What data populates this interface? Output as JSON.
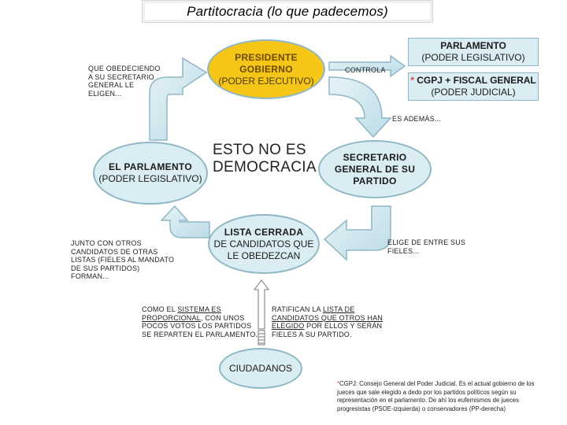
{
  "title": "Partitocracia (lo que padecemos)",
  "center": {
    "line1": "ESTO NO ES",
    "line2": "DEMOCRACIA"
  },
  "nodes": {
    "presidente": {
      "line1": "PRESIDENTE",
      "line2": "GOBIERNO",
      "line3": "(PODER EJECUTIVO)"
    },
    "secretario": {
      "line1": "SECRETARIO",
      "line2": "GENERAL DE SU",
      "line3": "PARTIDO"
    },
    "lista": {
      "line1": "LISTA CERRADA",
      "line2": "DE CANDIDATOS QUE",
      "line3": "LE OBEDEZCAN"
    },
    "parlamento_el": {
      "line1": "EL PARLAMENTO",
      "line2": "(PODER LEGISLATIVO)"
    },
    "ciudadanos": {
      "line1": "CIUDADANOS"
    },
    "parlamento_box": {
      "line1": "PARLAMENTO",
      "line2": "(PODER LEGISLATIVO)"
    },
    "cgpj_box": {
      "star": "*",
      "line1": "CGPJ + FISCAL GENERAL",
      "line2": "(PODER JUDICIAL)"
    }
  },
  "labels": {
    "controla": "CONTROLA",
    "es_ademas": "ES ADEMÁS...",
    "obedeciendo": [
      "QUE OBEDECIENDO",
      "A SU SECRETARIO",
      "GENERAL LE",
      "ELIGEN..."
    ],
    "elige": [
      "ELIGE DE ENTRE SUS",
      "FIELES..."
    ],
    "junto": [
      "JUNTO CON OTROS",
      "CANDIDATOS DE OTRAS",
      "LISTAS (FIELES AL MANDATO",
      "DE SUS PARTIDOS)",
      "FORMAN..."
    ],
    "como": {
      "pre": "COMO EL ",
      "u1": "SISTEMA ES",
      "u2": "PROPORCIONAL",
      "post": ", CON UNOS",
      "line3": "POCOS VOTOS LOS PARTIDOS",
      "line4": "SE REPARTEN EL PARLAMENTO."
    },
    "ratifican": {
      "pre": "RATIFICAN LA ",
      "u1": "LISTA DE",
      "u2": "CANDIDATOS QUE OTROS HAN",
      "u3": "ELEGIDO",
      "post": " POR ELLOS Y SERÁN",
      "line4": "FIELES A  SU PARTIDO."
    }
  },
  "footnote": {
    "star": "*",
    "text": "CGPJ: Consejo General del Poder Judicial. Es el actual gobierno de los jueces que sale elegido a dedo por los partidos políticos según su representación en el parlamento. De ahí los eufemismos de jueces progresistas (PSOE-izquierda) o conservadores (PP-derecha)"
  },
  "colors": {
    "accent_fill": "#d9edf3",
    "accent_stroke": "#8fb7c5",
    "highlight": "#f5c518",
    "arrow_fill": "#cfe6ee"
  }
}
